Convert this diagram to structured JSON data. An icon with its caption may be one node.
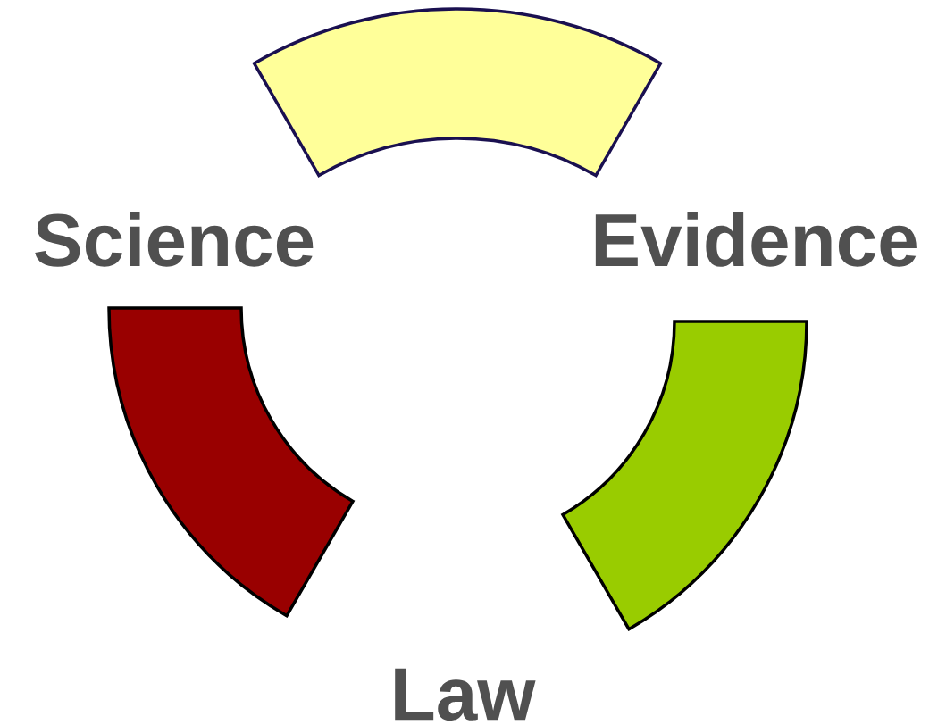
{
  "diagram": {
    "nodes": [
      {
        "text": [],
        "shape": "arc"
      },
      {
        "text": [],
        "shape": "arc"
      },
      {
        "text": [],
        "shape": "arc"
      }
    ],
    "labels": [
      "Science",
      "Evidence",
      "Law"
    ]
  }
}
